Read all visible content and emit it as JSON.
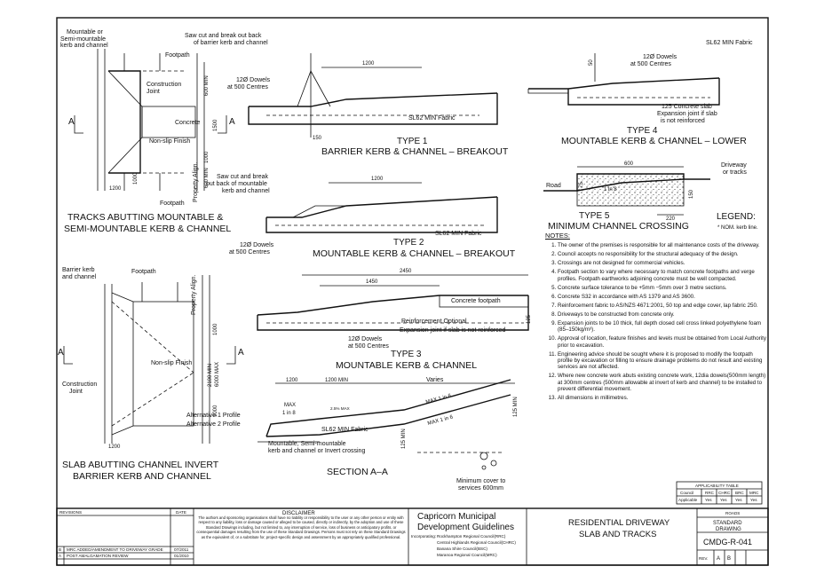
{
  "drawings": {
    "tracks": {
      "labels": [
        "Mountable or",
        "Semi-mountable",
        "kerb and channel",
        "Footpath",
        "Construction",
        "Joint",
        "Concrete",
        "Non-slip Finish",
        "Footpath",
        "Property Align."
      ],
      "dims": [
        "600 MIN",
        "1500",
        "1000",
        "600 MIN",
        "1200",
        "1000"
      ],
      "section_marks": [
        "A",
        "A"
      ],
      "title_lines": [
        "TRACKS ABUTTING MOUNTABLE &",
        "SEMI-MOUNTABLE KERB & CHANNEL"
      ]
    },
    "slab": {
      "labels": [
        "Barrier kerb",
        "and channel",
        "Footpath",
        "Property Align.",
        "Non-slip Finish",
        "Construction",
        "Joint",
        "Alternative 1 Profile",
        "Alternative 2 Profile"
      ],
      "dims": [
        "1000",
        "2100 MIN",
        "6000 MAX",
        "1000",
        "1200"
      ],
      "section_marks": [
        "A",
        "A"
      ],
      "title_lines": [
        "SLAB ABUTTING CHANNEL INVERT",
        "BARRIER KERB AND CHANNEL"
      ]
    },
    "type1": {
      "labels": [
        "Saw cut and break out back",
        "of barrier kerb and channel",
        "12Ø Dowels",
        "at 500 Centres",
        "SL62 MIN Fabric"
      ],
      "dims": [
        "1200",
        "150"
      ],
      "title_lines": [
        "TYPE 1",
        "BARRIER KERB & CHANNEL – BREAKOUT"
      ]
    },
    "type2": {
      "labels": [
        "Saw cut and break",
        "out back of mountable",
        "kerb and channel",
        "12Ø Dowels",
        "at 500 Centres",
        "SL62 MIN Fabric"
      ],
      "dims": [
        "1200"
      ],
      "title_lines": [
        "TYPE 2",
        "MOUNTABLE KERB & CHANNEL – BREAKOUT"
      ]
    },
    "type3": {
      "labels": [
        "Concrete footpath",
        "Reinforcement Optional",
        "Expansion joint if slab is not reinforced",
        "12Ø Dowels",
        "at 500 Centres"
      ],
      "dims": [
        "2450",
        "1450",
        "125"
      ],
      "title_lines": [
        "TYPE 3",
        "MOUNTABLE KERB & CHANNEL"
      ]
    },
    "type4": {
      "labels": [
        "SL62 MIN Fabric",
        "12Ø Dowels",
        "at 500 Centres",
        "125 Concrete slab",
        "Expansion joint if slab",
        "is not reinforced"
      ],
      "dims": [
        "50"
      ],
      "title_lines": [
        "TYPE 4",
        "MOUNTABLE KERB & CHANNEL – LOWER"
      ]
    },
    "type5": {
      "labels": [
        "Road",
        "Driveway",
        "or tracks",
        "1 in 8"
      ],
      "dims": [
        "600",
        "75",
        "150",
        "220"
      ],
      "title_lines": [
        "TYPE 5",
        "MINIMUM CHANNEL CROSSING"
      ]
    },
    "legend": {
      "title": "LEGEND:",
      "item": "* NOM. kerb line."
    },
    "section_aa": {
      "labels": [
        "MAX",
        "1 in 8",
        "2.5% MAX",
        "MAX 1 in 6",
        "MAX 1 in 6",
        "SL62 MIN Fabric",
        "Mountable, Semi-mountable",
        "kerb and channel or Invert crossing",
        "Minimum cover to",
        "services 600mm"
      ],
      "dims": [
        "1200",
        "1200 MIN",
        "Varies",
        "125 MIN",
        "125 MIN"
      ],
      "title": "SECTION A–A"
    }
  },
  "notes": {
    "heading": "NOTES:",
    "items": [
      "The owner of the premises is responsible for all maintenance costs of the driveway.",
      "Council accepts no responsibility for the structural adequacy of the design.",
      "Crossings are not designed for commercial vehicles.",
      "Footpath section to vary where necessary to match concrete footpaths and verge profiles. Footpath earthworks adjoining concrete must be well compacted.",
      "Concrete surface tolerance to be +5mm −5mm over 3 metre sections.",
      "Concrete S32 in accordance with AS 1379 and AS 3600.",
      "Reinforcement fabric to AS/NZS 4671:2001, 50 top and edge cover, lap fabric 250.",
      "Driveways to be constructed from concrete only.",
      "Expansion joints to be 10 thick, full depth closed cell cross linked polyethylene foam (85–150kg/m³).",
      "Approval of location, feature finishes and levels must be obtained from Local Authority prior to excavation.",
      "Engineering advice should be sought where it is proposed to modify the footpath profile by excavation or filling to ensure drainage problems do not result and existing services are not affected.",
      "Where new concrete work abuts existing concrete work, 12dia dowels(500mm length) at 300mm centres (500mm allowable at invert of kerb and channel) to be installed to prevent differential movement.",
      "All dimensions in millimetres."
    ]
  },
  "applicability": {
    "title": "APPLICABILITY TABLE",
    "headers": [
      "Council",
      "RRC",
      "CHRC",
      "BRC",
      "MRC"
    ],
    "row": [
      "Applicable",
      "Yes",
      "Yes",
      "Yes",
      "Yes"
    ]
  },
  "title_block": {
    "revisions_label": "REVISIONS",
    "date_label": "DATE",
    "revisions": [
      {
        "rev": "B",
        "text": "MRC ADDED/AMENDMENT TO DRIVEWAY GRADE",
        "date": "07/2011"
      },
      {
        "rev": "A",
        "text": "POST AMALGAMATION REVIEW",
        "date": "01/2010"
      }
    ],
    "disclaimer_title": "DISCLAIMER",
    "disclaimer_text": "The authors and sponsoring organisations shall have no liability or responsibility to the user or any other person or entity with respect to any liability, loss or damage caused or alleged to be caused, directly or indirectly, by the adoption and use of these Standard Drawings including, but not limited to, any interruption of service, loss of business or anticipatory profits, or consequential damages resulting from the use of these Standard Drawings. Persons must not rely on these Standard Drawings as the equivalent of, or a substitute for, project-specific design and assessment by an appropriately qualified professional.",
    "org_line1": "Capricorn Municipal",
    "org_line2": "Development Guidelines",
    "incorporating_label": "Incorporating:",
    "councils": [
      "Rockhampton Regional Council(RRC)",
      "Central Highlands Regional Council(CHRC)",
      "Banana Shire Council(BSC)",
      "Maranoa Regional Council(MRC)"
    ],
    "drawing_title_1": "RESIDENTIAL DRIVEWAY",
    "drawing_title_2": "SLAB AND TRACKS",
    "roads_label": "ROADS",
    "standard_label_1": "STANDARD",
    "standard_label_2": "DRAWING",
    "drawing_number": "CMDG-R-041",
    "rev_label": "REV.",
    "rev_values": [
      "A",
      "B"
    ]
  }
}
